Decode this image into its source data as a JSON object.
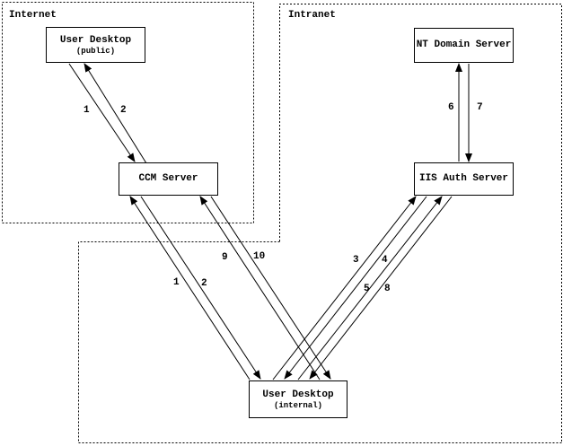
{
  "regions": {
    "internet": {
      "label": "Internet"
    },
    "intranet": {
      "label": "Intranet"
    }
  },
  "nodes": {
    "user_desktop_public": {
      "title": "User Desktop",
      "subtitle": "(public)"
    },
    "ccm_server": {
      "title": "CCM Server"
    },
    "nt_domain_server": {
      "title": "NT Domain Server"
    },
    "iis_auth_server": {
      "title": "IIS Auth Server"
    },
    "user_desktop_internal": {
      "title": "User Desktop",
      "subtitle": "(internal)"
    }
  },
  "flow_labels": {
    "f1a": "1",
    "f2a": "2",
    "f1b": "1",
    "f2b": "2",
    "f3": "3",
    "f4": "4",
    "f5": "5",
    "f8": "8",
    "f6": "6",
    "f7": "7",
    "f9": "9",
    "f10": "10"
  },
  "colors": {
    "line": "#000000",
    "background": "#ffffff"
  }
}
